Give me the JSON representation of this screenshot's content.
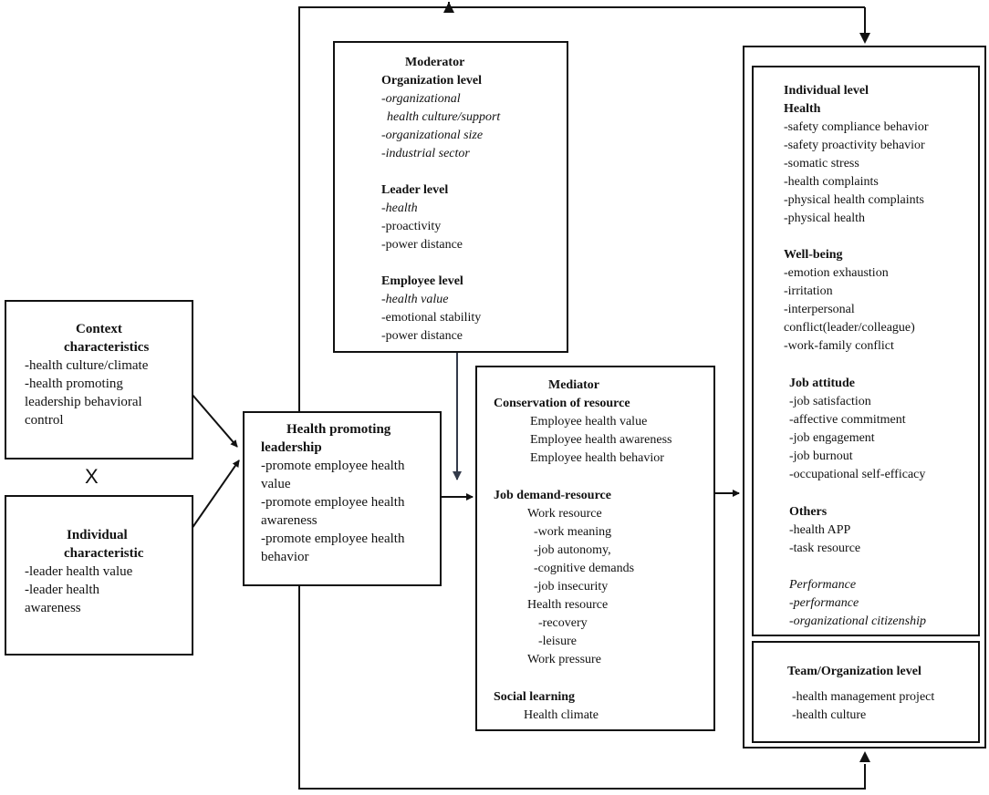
{
  "context": {
    "title1": "Context",
    "title2": "characteristics",
    "lines": [
      "-health culture/climate",
      "-health promoting",
      "leadership behavioral",
      "control"
    ]
  },
  "cross": "X",
  "individual_char": {
    "title1": "Individual",
    "title2": "characteristic",
    "lines": [
      "-leader health value",
      "-leader health",
      "awareness"
    ]
  },
  "hpl": {
    "title1": "Health promoting",
    "title2": "leadership",
    "lines": [
      "-promote employee health",
      "value",
      "-promote employee health",
      "awareness",
      "-promote employee health",
      "behavior"
    ]
  },
  "moderator": {
    "title": "Moderator",
    "org_heading": "Organization level",
    "org_items": [
      "-organizational",
      "health culture/support",
      "-organizational size",
      "-industrial sector"
    ],
    "leader_heading": "Leader level",
    "leader_items": [
      "-health",
      "-proactivity",
      "-power distance"
    ],
    "employee_heading": "Employee level",
    "employee_items": [
      "-health value",
      "-emotional stability",
      "-power distance"
    ]
  },
  "mediator": {
    "title": "Mediator",
    "cor_heading": "Conservation of resource",
    "cor_items": [
      "Employee health value",
      "Employee health awareness",
      "Employee health behavior"
    ],
    "jdr_heading": "Job demand-resource",
    "work_resource": "Work resource",
    "work_items": [
      "-work meaning",
      "-job autonomy,",
      "-cognitive demands",
      "-job insecurity"
    ],
    "health_resource": "Health resource",
    "health_items": [
      "-recovery",
      "-leisure"
    ],
    "work_pressure": "Work pressure",
    "sl_heading": "Social learning",
    "sl_item": "Health climate"
  },
  "outcome": {
    "individual_heading": "Individual level",
    "health_heading": "Health",
    "health_items": [
      "-safety compliance behavior",
      "-safety proactivity behavior",
      "-somatic stress",
      "-health complaints",
      "-physical health complaints",
      "-physical health"
    ],
    "wellbeing_heading": "Well-being",
    "wellbeing_items": [
      "-emotion exhaustion",
      "-irritation",
      "-interpersonal",
      "conflict(leader/colleague)",
      "-work-family conflict"
    ],
    "attitude_heading": "Job attitude",
    "attitude_items": [
      "-job satisfaction",
      "-affective commitment",
      "-job engagement",
      "-job burnout",
      "-occupational self-efficacy"
    ],
    "others_heading": "Others",
    "others_items": [
      "-health APP",
      "-task resource"
    ],
    "performance_heading": "Performance",
    "performance_items": [
      "-performance",
      "-organizational citizenship"
    ],
    "team_heading": "Team/Organization level",
    "team_items": [
      "-health management project",
      "-health culture"
    ]
  }
}
